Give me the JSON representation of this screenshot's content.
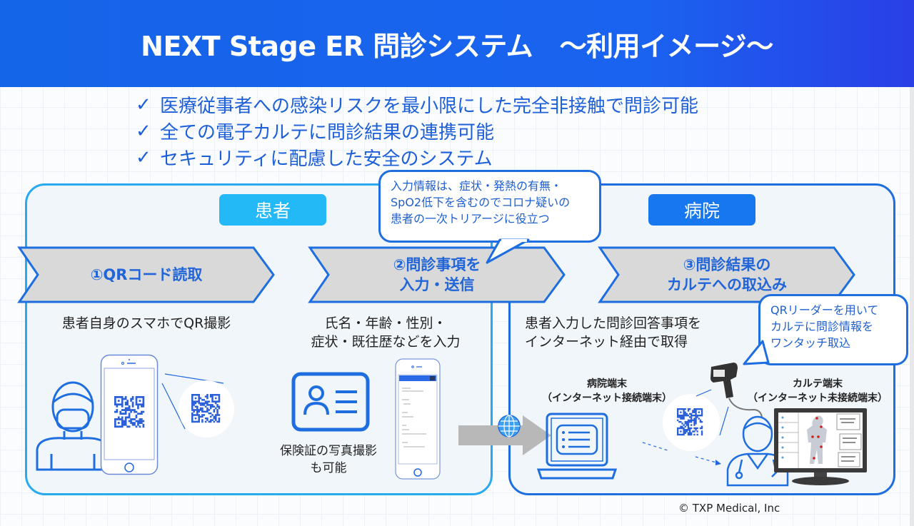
{
  "header": {
    "title": "NEXT Stage ER 問診システム　～利用イメージ～"
  },
  "bullets": [
    {
      "icon": "check-icon",
      "text": "医療従事者への感染リスクを最小限にした完全非接触で問診可能"
    },
    {
      "icon": "check-icon",
      "text": "全ての電子カルテに問診結果の連携可能"
    },
    {
      "icon": "check-icon",
      "text": "セキュリティに配慮した安全のシステム"
    }
  ],
  "sections": {
    "patient": {
      "label": "患者",
      "color": "#22b9f6"
    },
    "hospital": {
      "label": "病院",
      "color": "#1677ee"
    }
  },
  "steps": [
    {
      "line1": "①QRコード読取",
      "line2": "",
      "desc_lines": [
        "患者自身のスマホでQR撮影"
      ]
    },
    {
      "line1": "②問診事項を",
      "line2": "入力・送信",
      "desc_lines": [
        "氏名・年齢・性別・",
        "症状・既往歴などを入力"
      ]
    },
    {
      "line1": "③問診結果の",
      "line2": "カルテへの取込み",
      "desc_lines": [
        "患者入力した問診回答事項を",
        "インターネット経由で取得"
      ]
    }
  ],
  "callouts": {
    "triage": [
      "入力情報は、症状・発熱の有無・",
      "SpO2低下を含むのでコロナ疑いの",
      "患者の一次トリアージに役立つ"
    ],
    "qr_reader": [
      "QRリーダーを用いて",
      "カルテに問診情報を",
      "ワンタッチ取込"
    ]
  },
  "insurance_note": [
    "保険証の写真撮影",
    "も可能"
  ],
  "terminals": {
    "hospital": [
      "病院端末",
      "（インターネット接続端末）"
    ],
    "karte": [
      "カルテ端末",
      "（インターネット未接続端末）"
    ]
  },
  "icons": {
    "check": "✓",
    "patient_avatar": "masked-person-icon",
    "smartphone": "smartphone-icon",
    "qr": "qr-code-icon",
    "id_card": "id-card-icon",
    "globe": "globe-icon",
    "laptop": "laptop-icon",
    "barcode_reader": "qr-reader-icon",
    "doctor": "doctor-icon",
    "monitor": "karte-monitor-icon"
  },
  "colors": {
    "header_blue": "#1a63f0",
    "accent_blue": "#1e6ee0",
    "light_blue": "#29aaf0",
    "chevron_fill": "#d9d9d9"
  },
  "footer": {
    "copyright": "© TXP Medical, Inc"
  }
}
